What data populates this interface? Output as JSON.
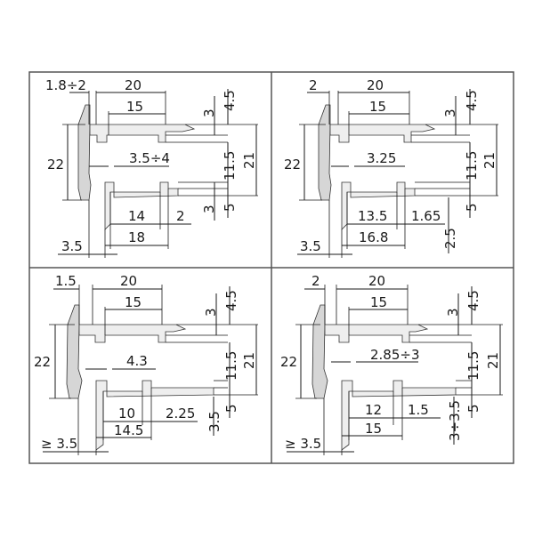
{
  "panels": [
    {
      "id": "tl",
      "gap_top": "1.8÷2",
      "width_top": "20",
      "inner_top": "15",
      "h_3_top": "3",
      "h_45": "4.5",
      "height_left": "22",
      "gap_mid": "3.5÷4",
      "h_115": "11.5",
      "h_21": "21",
      "h_3_bot": "3",
      "h_5": "5",
      "bot_inner": "14",
      "bot_small": "2",
      "bot_outer": "18",
      "base": "3.5"
    },
    {
      "id": "tr",
      "gap_top": "2",
      "width_top": "20",
      "inner_top": "15",
      "h_3_top": "3",
      "h_45": "4.5",
      "height_left": "22",
      "gap_mid": "3.25",
      "h_115": "11.5",
      "h_21": "21",
      "h_5": "5",
      "bot_inner": "13.5",
      "bot_small": "1.65",
      "bot_outer": "16.8",
      "bot_side": "2.5",
      "base": "3.5"
    },
    {
      "id": "bl",
      "gap_top": "1.5",
      "width_top": "20",
      "inner_top": "15",
      "h_3_top": "3",
      "h_45": "4.5",
      "height_left": "22",
      "gap_mid": "4.3",
      "h_115": "11.5",
      "h_21": "21",
      "h_5": "5",
      "bot_inner": "10",
      "bot_small": "2.25",
      "bot_outer": "14.5",
      "bot_side": "3.5",
      "base": "≥ 3.5"
    },
    {
      "id": "br",
      "gap_top": "2",
      "width_top": "20",
      "inner_top": "15",
      "h_3_top": "3",
      "h_45": "4.5",
      "height_left": "22",
      "gap_mid": "2.85÷3",
      "h_115": "11.5",
      "h_21": "21",
      "h_5": "5",
      "bot_inner": "12",
      "bot_small": "1.5",
      "bot_outer": "15",
      "bot_side": "3÷3.5",
      "base": "≥ 3.5"
    }
  ]
}
